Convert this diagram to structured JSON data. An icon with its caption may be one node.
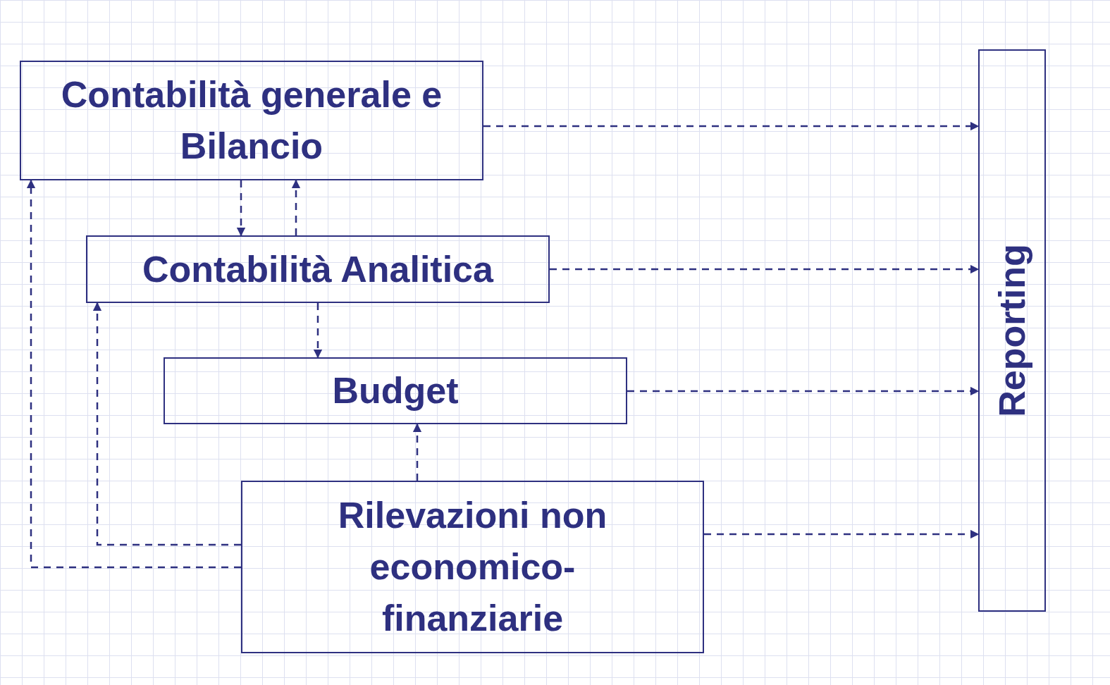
{
  "diagram": {
    "nodes": [
      {
        "text": [
          "Contabilità generale e Bilancio"
        ]
      },
      {
        "text": [
          "Contabilità Analitica"
        ]
      },
      {
        "text": [
          "Budget"
        ]
      },
      {
        "text": [
          "Rilevazioni non economico-finanziarie"
        ]
      },
      {
        "text": [
          "Reporting"
        ]
      }
    ],
    "edges": [
      {
        "from": 0,
        "to": 4,
        "arrow": "to",
        "style": "dashed"
      },
      {
        "from": 0,
        "to": 1,
        "arrow": "to",
        "style": "dashed"
      },
      {
        "from": 1,
        "to": 0,
        "arrow": "to",
        "style": "dashed"
      },
      {
        "from": 1,
        "to": 4,
        "arrow": "to",
        "style": "dashed"
      },
      {
        "from": 1,
        "to": 2,
        "arrow": "to",
        "style": "dashed"
      },
      {
        "from": 2,
        "to": 4,
        "arrow": "to",
        "style": "dashed"
      },
      {
        "from": 3,
        "to": 2,
        "arrow": "to",
        "style": "dashed"
      },
      {
        "from": 3,
        "to": 4,
        "arrow": "to",
        "style": "dashed"
      },
      {
        "from": 3,
        "to": 1,
        "arrow": "to",
        "style": "dashed"
      },
      {
        "from": 3,
        "to": 0,
        "arrow": "to",
        "style": "dashed"
      }
    ]
  }
}
